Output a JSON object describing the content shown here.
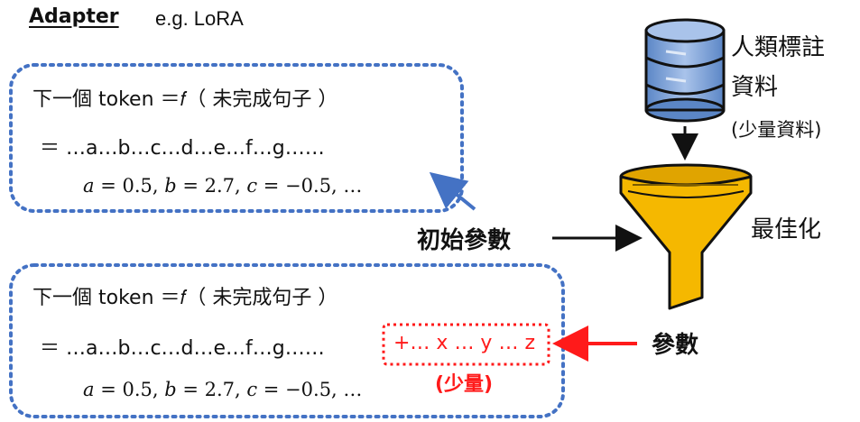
{
  "header": {
    "title": "Adapter",
    "subtitle": "e.g. LoRA"
  },
  "top_box": {
    "line1": "下一個 token ＝𝑓（ 未完成句子 ）",
    "line2": "＝ …a…b…c…d…e…f…g……",
    "line3": "𝑎 = 0.5, 𝑏 = 2.7, 𝑐 = −0.5, …"
  },
  "bottom_box": {
    "line1": "下一個 token ＝𝑓（ 未完成句子 ）",
    "line2": "＝ …a…b…c…d…e…f…g……",
    "line3": "𝑎 = 0.5, 𝑏 = 2.7, 𝑐 = −0.5, …",
    "extra": "+… x … y … z",
    "extra_note": "(少量)"
  },
  "database": {
    "label_line1": "人類標註",
    "label_line2": "資料",
    "label_line3": "(少量資料)"
  },
  "funnel": {
    "label": "最佳化"
  },
  "initial_params": "初始參數",
  "params": "參數",
  "colors": {
    "dotted_border": "#4472c4",
    "red": "#ff1a1a",
    "funnel": "#f5b800",
    "db": "#7fa4d8"
  }
}
